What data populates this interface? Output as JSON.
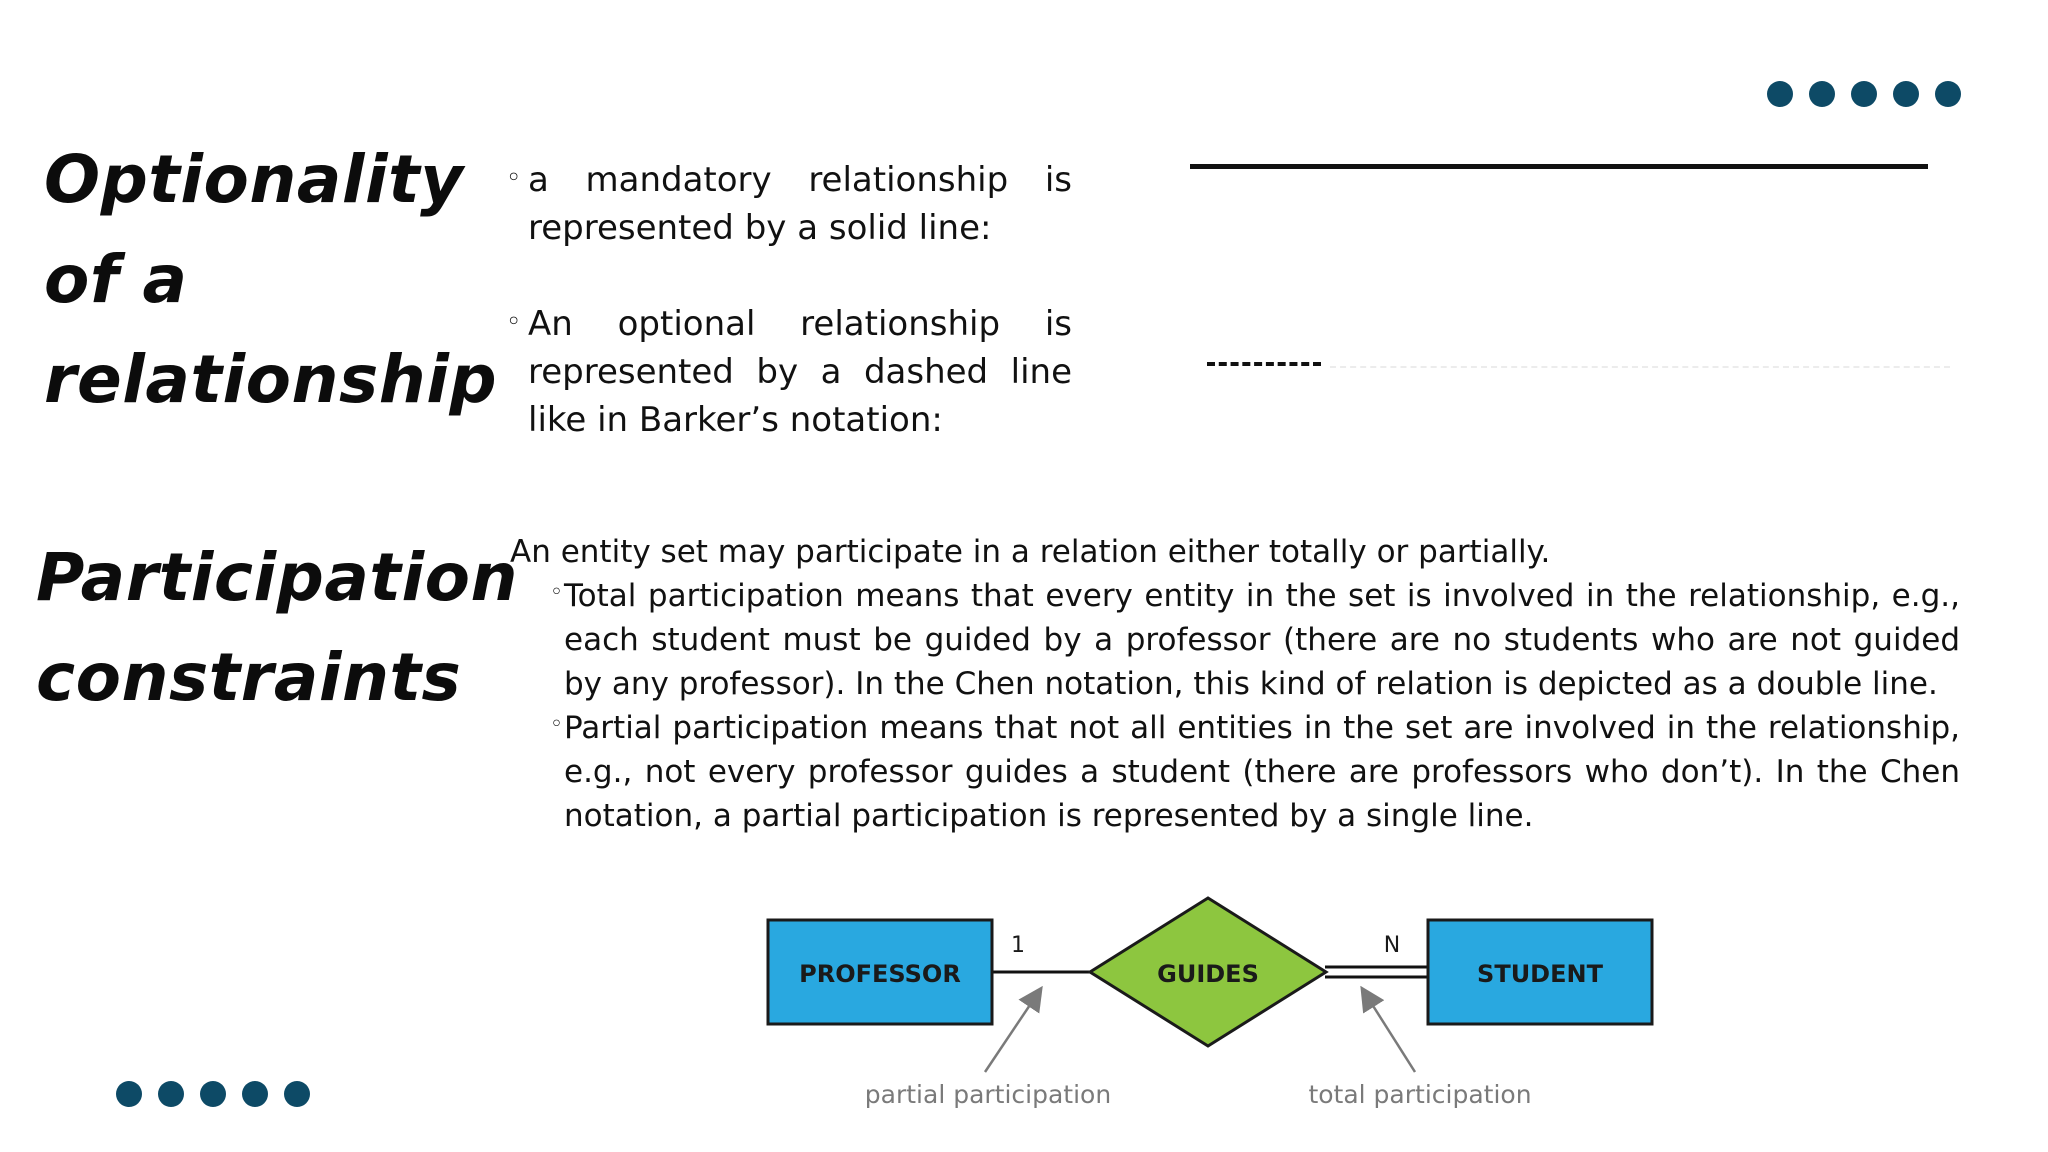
{
  "sections": {
    "optionality": {
      "title": "Optionality of a relationship",
      "bullet_mark": "◦",
      "bullets": [
        "a mandatory relationship is represented by a solid line:",
        "An optional relationship is represented by a dashed line like in Barker’s notation:"
      ]
    },
    "participation": {
      "title": "Participation constraints",
      "intro": "An entity set may participate in a relation either totally or partially.",
      "bullet_mark": "◦",
      "bullets": [
        "Total participation means that every entity in the set is involved in the relationship, e.g., each student must be guided by a professor (there are no students who are not guided by any professor). In the Chen notation, this kind of relation is depicted as a double line.",
        "Partial participation means that not all entities in the set are involved in the relationship, e.g., not every professor guides a student (there are professors who don’t). In the Chen notation, a partial participation is represented by a single line."
      ]
    }
  },
  "diagram": {
    "entity_left": "PROFESSOR",
    "relationship": "GUIDES",
    "entity_right": "STUDENT",
    "cardinality_left": "1",
    "cardinality_right": "N",
    "caption_left": "partial participation",
    "caption_right": "total participation",
    "colors": {
      "entity": "#29a8e0",
      "relationship": "#8dc63f",
      "caption": "#7a7a7a"
    }
  },
  "decor": {
    "dot_color": "#0d4a66"
  }
}
